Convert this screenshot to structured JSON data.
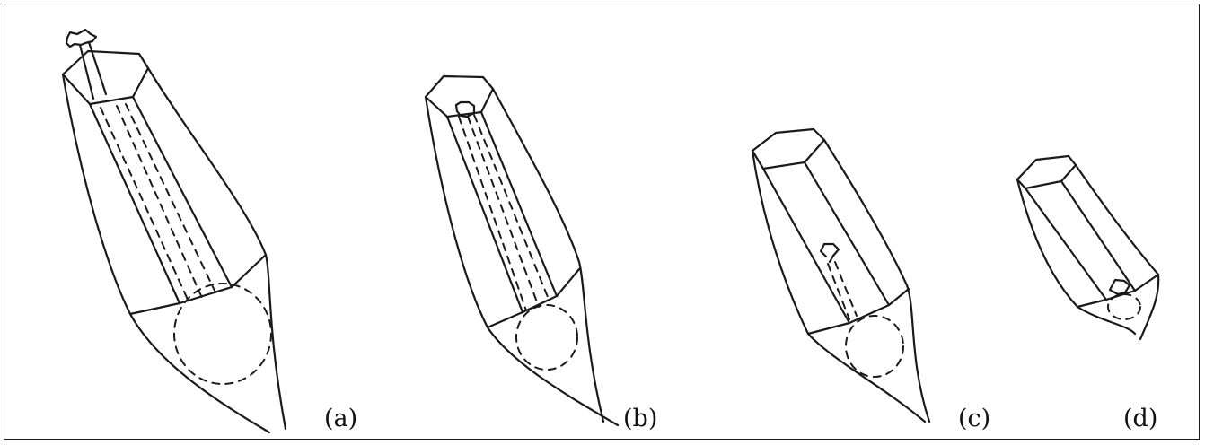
{
  "panels": [
    {
      "id": "a",
      "label": "(a)"
    },
    {
      "id": "b",
      "label": "(b)"
    },
    {
      "id": "c",
      "label": "(c)"
    },
    {
      "id": "d",
      "label": "(d)"
    }
  ],
  "colors": {
    "ink": "#1a1a1a",
    "background": "#ffffff"
  }
}
